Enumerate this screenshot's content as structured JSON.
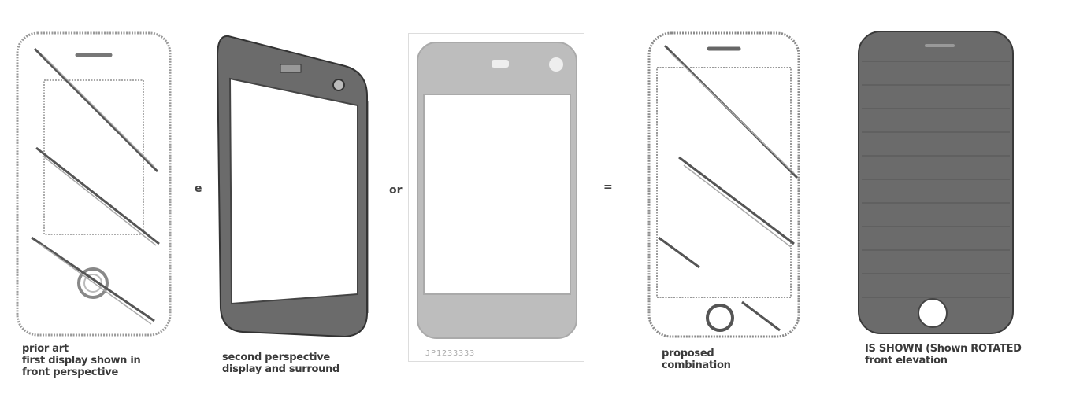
{
  "diagram": {
    "operators": [
      "e",
      "or",
      "="
    ],
    "captions": [
      {
        "lines": [
          "prior art",
          "first display shown in",
          "front perspective"
        ]
      },
      {
        "lines": [
          "second perspective",
          "display and surround"
        ]
      },
      {
        "lines": []
      },
      {
        "lines": [
          "proposed",
          "combination"
        ]
      },
      {
        "lines": [
          "IS SHOWN (Shown ROTATED",
          "front elevation"
        ]
      }
    ],
    "phone3_label": "JP1233333",
    "colors": {
      "outline": "#9a9a9a",
      "dark_fill": "#6b6b6b",
      "mid_fill": "#9c9c9c",
      "light_fill": "#bdbdbd"
    }
  }
}
